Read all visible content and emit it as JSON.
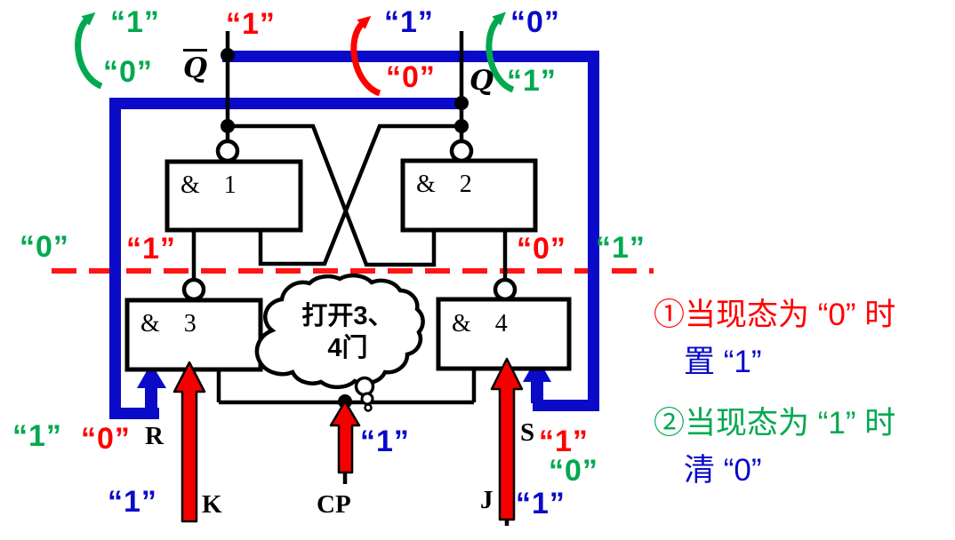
{
  "palette": {
    "feedback_blue": "#0a0ac8",
    "signal_red": "#ff0000",
    "toggle_green": "#00a94f",
    "wire_black": "#000000"
  },
  "gates": {
    "gate1": "& 1",
    "gate2": "& 2",
    "gate3": "& 3",
    "gate4": "& 4"
  },
  "outputs": {
    "q_bar": "Q",
    "q": "Q"
  },
  "ports": {
    "r": "R",
    "s": "S",
    "k": "K",
    "j": "J",
    "cp": "CP"
  },
  "values": {
    "top_left_green_1": "“1”",
    "top_left_green_0": "“0”",
    "top_left_red_1": "“1”",
    "top_mid_blue_1": "“1”",
    "top_mid_red_0": "“0”",
    "top_right_blue_0": "“0”",
    "top_right_green_1": "“1”",
    "mid_far_left_green_0": "“0”",
    "mid_left_red_1": "“1”",
    "mid_right_red_0": "“0”",
    "mid_far_right_green_1": "“1”",
    "r_green_1": "“1”",
    "r_red_0": "“0”",
    "k_blue_1": "“1”",
    "cp_blue_1": "“1”",
    "j_blue_1": "“1”",
    "s_red_1": "“1”",
    "s_green_0": "“0”"
  },
  "cloud": {
    "line1": "打开3、",
    "line2": "4门"
  },
  "notes": {
    "n1_line1": "①当现态为 “0” 时",
    "n1_line2": "置 “1”",
    "n2_line1": "②当现态为 “1” 时",
    "n2_line2": "清 “0”"
  }
}
